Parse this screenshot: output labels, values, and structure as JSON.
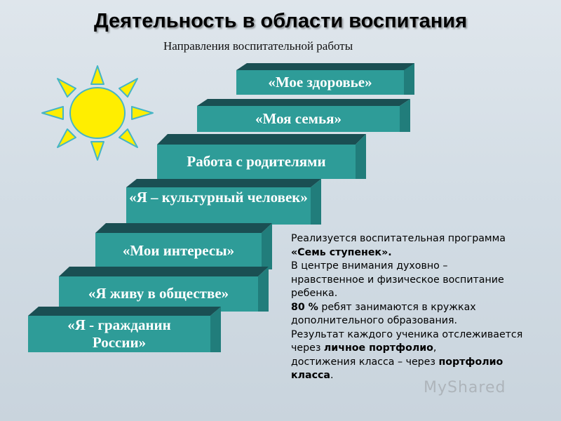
{
  "title": "Деятельность в области воспитания",
  "subtitle": "Направления воспитательной работы",
  "steps": [
    {
      "label": "«Мое здоровье»"
    },
    {
      "label": "«Моя семья»"
    },
    {
      "label": "Работа с родителями"
    },
    {
      "label": "«Я – культурный человек»"
    },
    {
      "label": "«Мои интересы»"
    },
    {
      "label": "«Я живу в обществе»"
    },
    {
      "label": "«Я - гражданин России»"
    }
  ],
  "info": {
    "l1": "Реализуется воспитательная программа",
    "l2_bold": "«Семь ступенек».",
    "l3": "В центре внимания духовно –",
    "l4": "нравственное  и физическое воспитание",
    "l5": "ребенка.",
    "l6_bold": "80 %",
    "l6_rest": " ребят занимаются в кружках",
    "l7": "дополнительного образования.",
    "l8": "Результат каждого ученика отслеживается",
    "l9_pre": "через ",
    "l9_bold": "личное портфолио",
    "l9_post": ",",
    "l10_pre": "достижения класса – через ",
    "l10_bold": "портфолио",
    "l11_bold": "класса",
    "l11_post": "."
  },
  "watermark": "MyShared",
  "colors": {
    "step_face": "#2e9c98",
    "step_top": "#1a4f53",
    "step_side": "#217d7b",
    "sun_fill": "#ffee00",
    "sun_stroke": "#45b5c6"
  }
}
